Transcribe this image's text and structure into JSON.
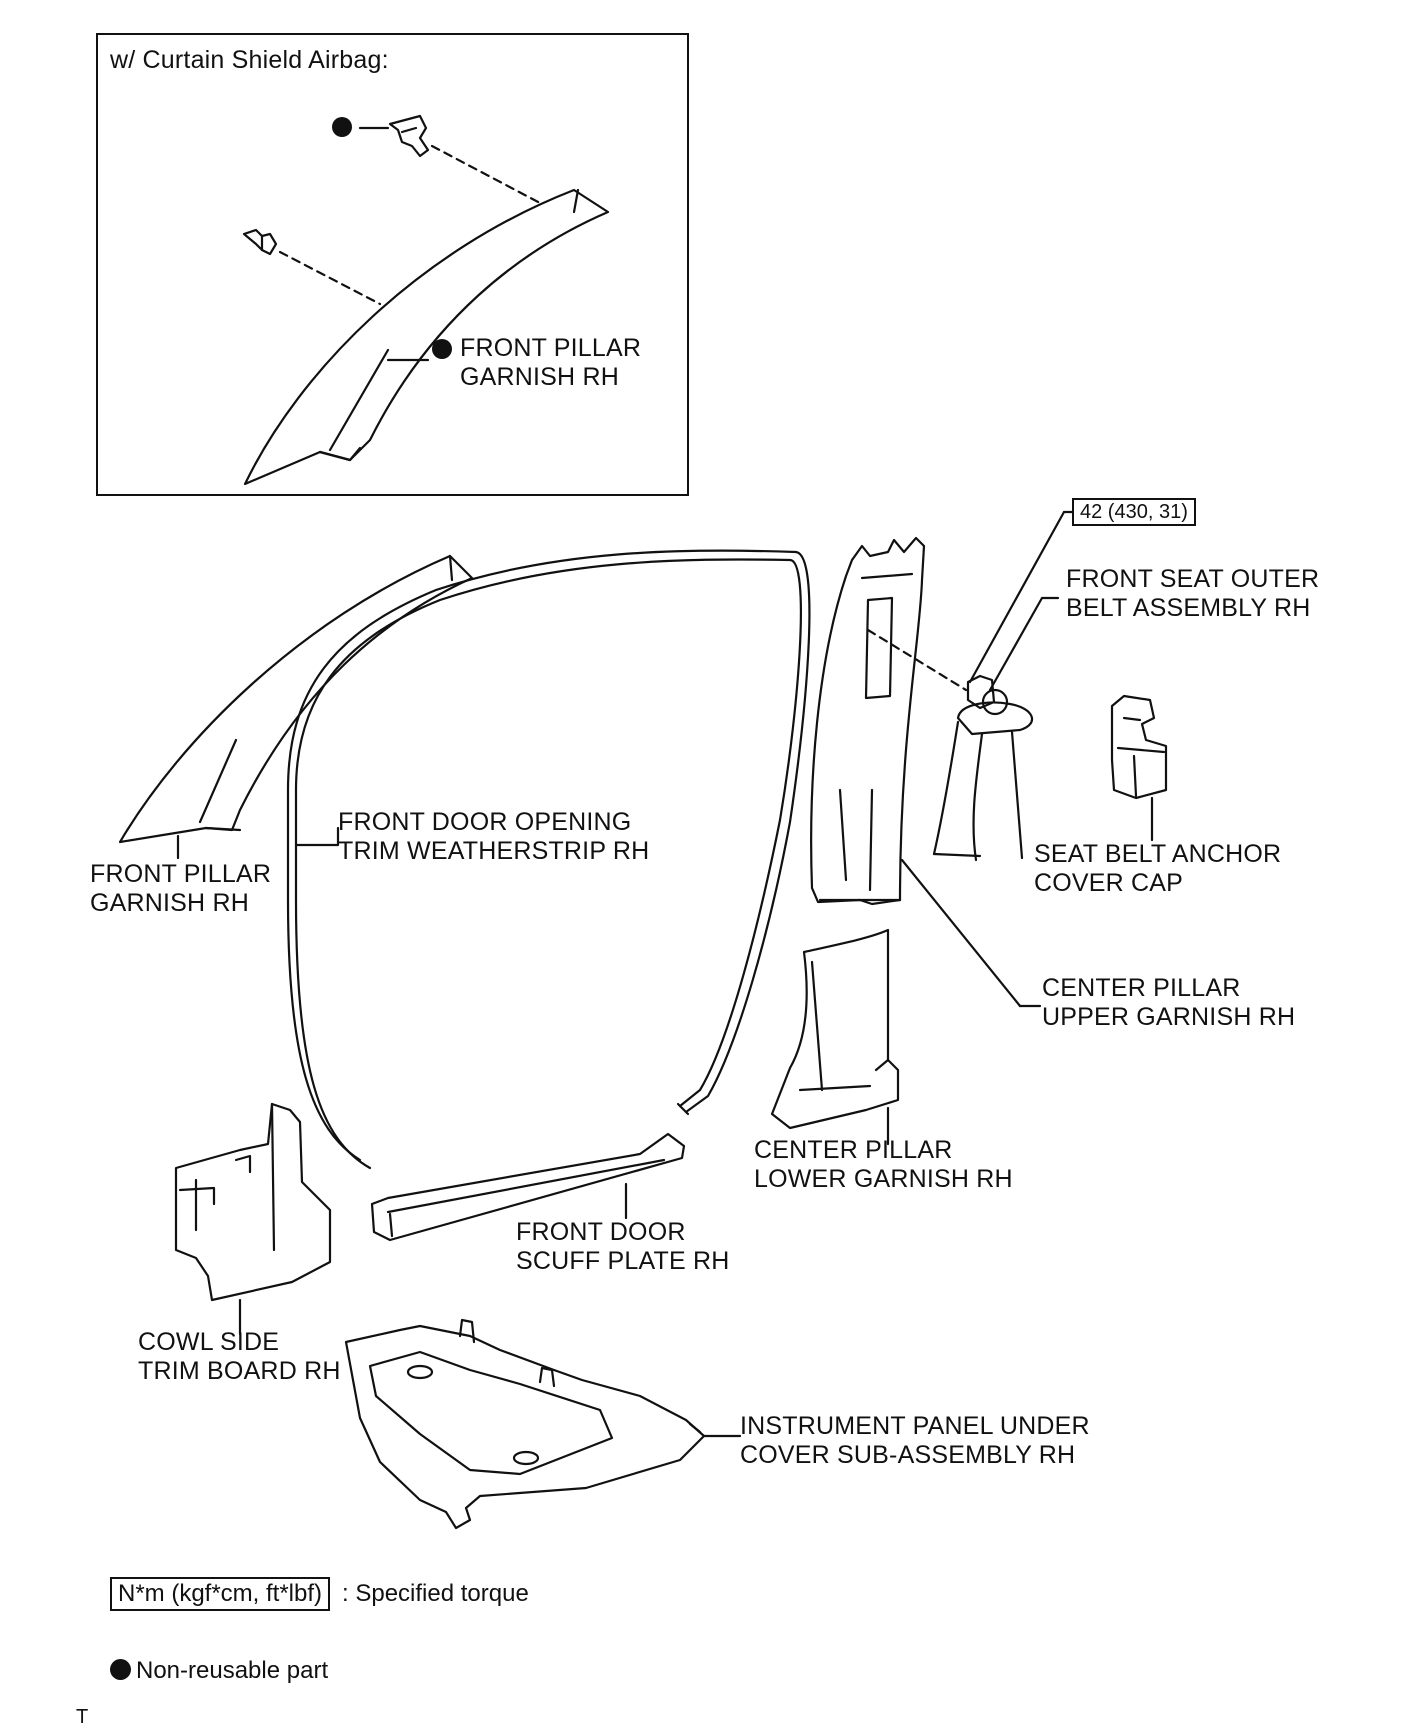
{
  "inset": {
    "title": "w/ Curtain Shield Airbag:",
    "label_front_pillar_l1": "FRONT PILLAR",
    "label_front_pillar_l2": "GARNISH RH"
  },
  "labels": {
    "front_pillar_l1": "FRONT PILLAR",
    "front_pillar_l2": "GARNISH RH",
    "weatherstrip_l1": "FRONT DOOR OPENING",
    "weatherstrip_l2": "TRIM WEATHERSTRIP RH",
    "seat_belt_l1": "FRONT SEAT OUTER",
    "seat_belt_l2": "BELT ASSEMBLY RH",
    "anchor_cap_l1": "SEAT BELT ANCHOR",
    "anchor_cap_l2": "COVER CAP",
    "center_upper_l1": "CENTER PILLAR",
    "center_upper_l2": "UPPER GARNISH RH",
    "center_lower_l1": "CENTER PILLAR",
    "center_lower_l2": "LOWER GARNISH RH",
    "scuff_l1": "FRONT DOOR",
    "scuff_l2": "SCUFF PLATE RH",
    "cowl_l1": "COWL SIDE",
    "cowl_l2": "TRIM BOARD RH",
    "instrument_l1": "INSTRUMENT PANEL UNDER",
    "instrument_l2": "COVER SUB-ASSEMBLY RH"
  },
  "torque": {
    "value": "42 (430, 31)"
  },
  "legend": {
    "torque_box": "N*m (kgf*cm, ft*lbf)",
    "torque_text": ": Specified torque",
    "nonreusable_text": "Non-reusable part"
  },
  "footer": {
    "mark": "T"
  }
}
